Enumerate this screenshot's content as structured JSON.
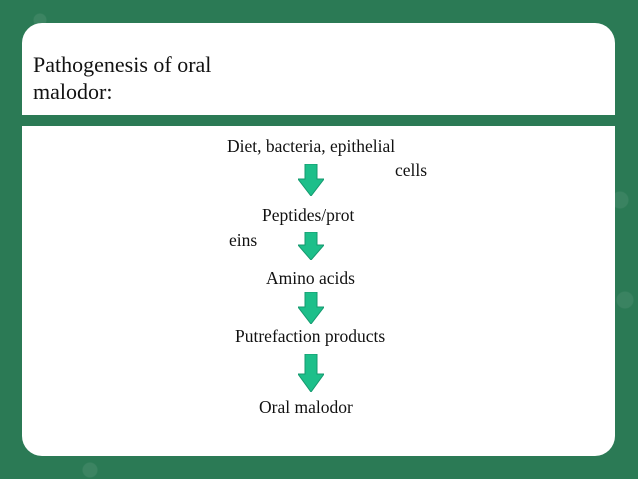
{
  "slide": {
    "title": "Pathogenesis of oral malodor:",
    "accent_color": "#1dbf8a",
    "steps": [
      {
        "line1": "Diet, bacteria, epithelial",
        "line2": "cells"
      },
      {
        "line1": "Peptides/prot",
        "line2": "eins"
      },
      {
        "line1": "Amino acids"
      },
      {
        "line1": "Putrefaction products"
      },
      {
        "line1": "Oral malodor"
      }
    ],
    "arrow_icon": "down-arrow-icon"
  }
}
